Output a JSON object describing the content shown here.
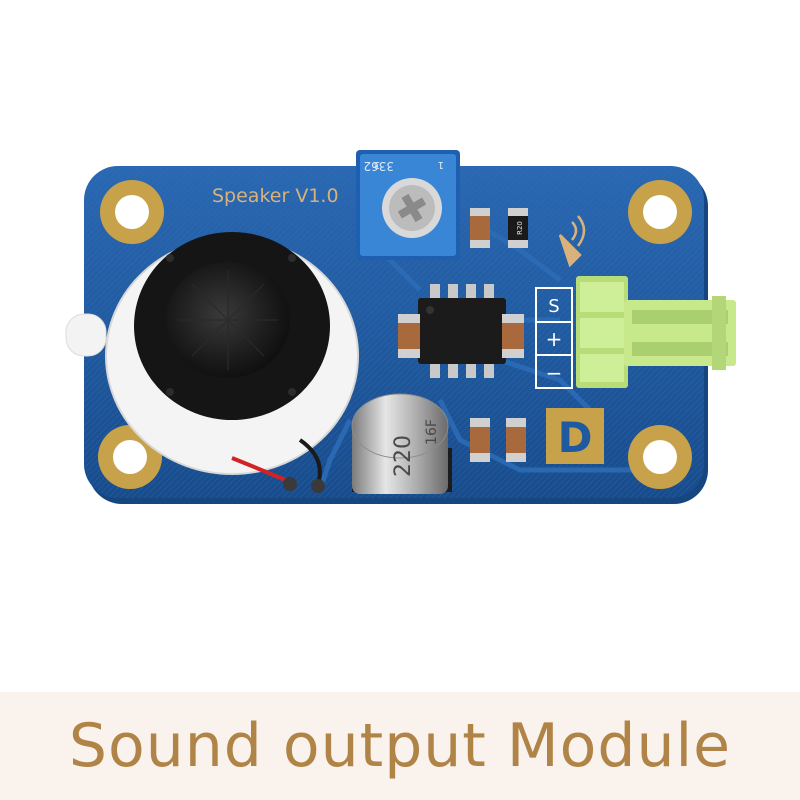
{
  "board": {
    "silkscreen_title": "Speaker V1.0",
    "pot_marking": "3362",
    "pot_marking_prefix": "1",
    "pot_marking_suffix": "3",
    "capacitor_value": "220",
    "capacitor_voltage": "16F",
    "resistor_marking": "R20",
    "pin_labels": [
      "S",
      "+",
      "−"
    ],
    "logo_letter": "D",
    "colors": {
      "pcb": "#1f5aa0",
      "gold_pad": "#c8a24a",
      "connector": "#c8e88c",
      "pot": "#2d74c8"
    }
  },
  "caption": {
    "text": "Sound output Module",
    "color": "#b08347"
  }
}
